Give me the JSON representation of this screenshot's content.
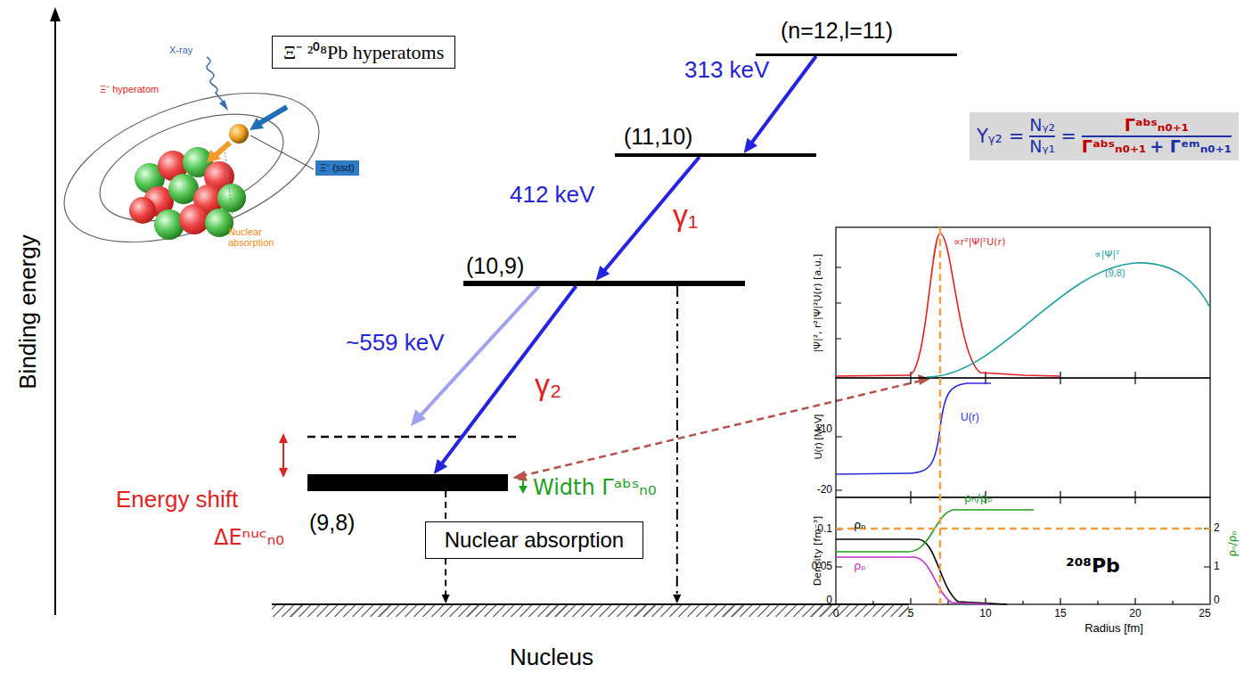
{
  "diagram": {
    "nodes": [
      {
        "text": [
          "Ξ⁻ ²⁰⁸Pb hyperatoms"
        ]
      },
      {
        "text": [
          "Ξ⁻ (ssd)"
        ]
      },
      {
        "text": [
          "(n=12,l=11)"
        ]
      },
      {
        "text": [
          "(11,10)"
        ]
      },
      {
        "text": [
          "(10,9)"
        ]
      },
      {
        "text": [
          "Yᵧ₂ =",
          "Nᵧ₂",
          "Nᵧ₁",
          "=",
          "Γᵃᵇˢₙ₀₊₁",
          "Γᵃᵇˢₙ₀₊₁",
          "+ Γᵉᵐₙ₀₊₁"
        ]
      },
      {
        "text": [
          "(9,8)"
        ]
      },
      {
        "text": [
          "Nuclear absorption"
        ]
      },
      {
        "text": [
          "Nucleus"
        ]
      }
    ],
    "edges": [
      {
        "from": 2,
        "to": 3,
        "arrow": "to",
        "label": "313 keV"
      },
      {
        "from": 3,
        "to": 4,
        "arrow": "to",
        "label": "412 keV"
      },
      {
        "from": 4,
        "to": 6,
        "arrow": "to"
      },
      {
        "from": 6,
        "to": 7,
        "arrow": "none"
      },
      {
        "from": 7,
        "to": 8,
        "arrow": "to"
      },
      {
        "from": 4,
        "to": 8,
        "arrow": "to"
      }
    ],
    "labels": [
      "Binding energy",
      "X-ray",
      "Ξ⁻ hyperatom",
      "Nuclear absorption",
      "γ₁",
      "~559 keV",
      "γ₂",
      "Energy shift",
      "ΔEⁿᵘᶜₙ₀",
      "Width Γᵃᵇˢₙ₀",
      "|Ψ|², r²|Ψ|²U(r) [a.u.]",
      "∝r²|Ψ|²U(r)",
      "∝|Ψ|²",
      "(9,8)",
      "U(r) [MeV]",
      "U(r)",
      "-10",
      "-20",
      "Density [fm⁻³]",
      "0.1",
      "0.05",
      "0",
      "ρₙ",
      "ρₚ",
      "ρₙ/ρₚ",
      "²⁰⁸Pb",
      "ρₙ/ρₚ",
      "2",
      "1",
      "0",
      "0",
      "5",
      "10",
      "15",
      "20",
      "25",
      "Radius [fm]"
    ]
  }
}
